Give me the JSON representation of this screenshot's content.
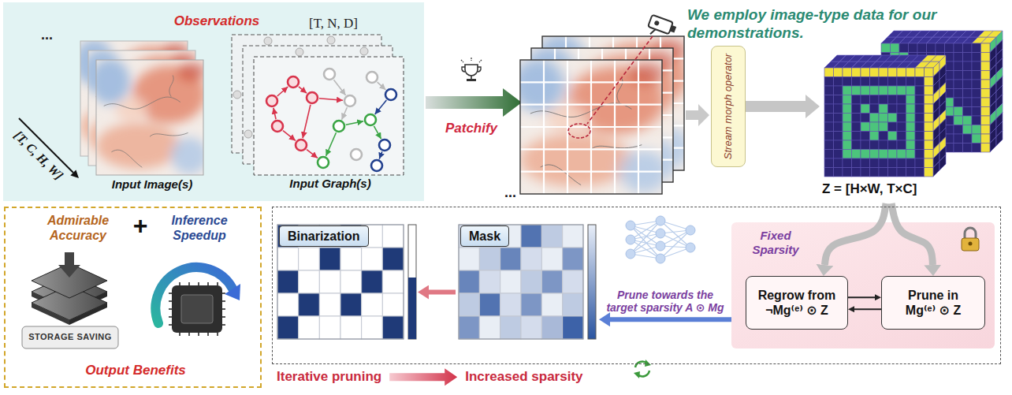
{
  "diagram": {
    "nodes": [
      {
        "text": [
          "Observations"
        ]
      },
      {
        "text": [
          "Stream morph operator"
        ]
      },
      {
        "text": [
          "Z = [H×W, T×C]"
        ]
      },
      {
        "text": [
          "Admirable Accuracy",
          "+",
          "Inference Speedup",
          "Output Benefits"
        ]
      },
      {
        "text": [
          "Iterative pruning",
          "Increased sparsity"
        ]
      },
      {
        "text": [
          "Binarization"
        ],
        "in": 4
      },
      {
        "text": [
          "Mask"
        ],
        "in": 4
      },
      {
        "text": [
          "Fixed Sparsity"
        ],
        "in": 4
      },
      {
        "text": [
          "Regrow from",
          "¬Mg⁽ᵉ⁾ ⊙ Z"
        ],
        "in": 7
      },
      {
        "text": [
          "Prune in",
          "Mg⁽ᵉ⁾ ⊙ Z"
        ],
        "in": 7
      }
    ],
    "edges": [
      {
        "from": 1,
        "to": 2,
        "arrow": "to"
      },
      {
        "from": 2,
        "to": 8,
        "arrow": "to"
      },
      {
        "from": 2,
        "to": 9,
        "arrow": "to"
      },
      {
        "from": 8,
        "to": 9,
        "arrow": "to"
      },
      {
        "from": 9,
        "to": 8,
        "arrow": "to"
      },
      {
        "from": 7,
        "to": 6,
        "label": "Prune towards the target sparsity A ⊙ Mg",
        "arrow": "to"
      },
      {
        "from": 6,
        "to": 5,
        "arrow": "to"
      }
    ],
    "labels": [
      "...",
      "[T, C, H, W]",
      "Input Image(s)",
      "[T, N, D]",
      "Input Graph(s)",
      "Patchify",
      "We employ image-type data for our demonstrations.",
      "...",
      "STORAGE SAVING"
    ]
  }
}
